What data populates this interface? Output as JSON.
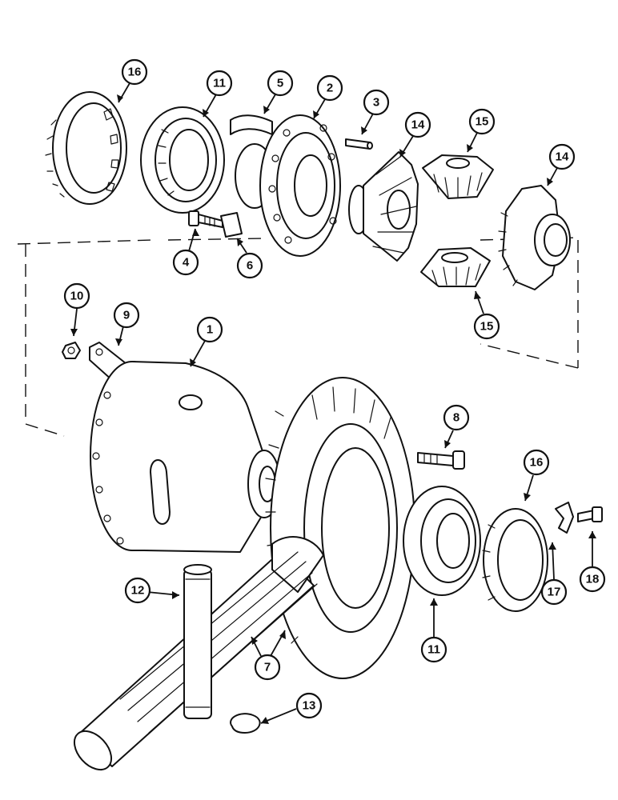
{
  "diagram": {
    "callouts": [
      {
        "id": "16a",
        "label": "16"
      },
      {
        "id": "11a",
        "label": "11"
      },
      {
        "id": "5",
        "label": "5"
      },
      {
        "id": "2",
        "label": "2"
      },
      {
        "id": "3",
        "label": "3"
      },
      {
        "id": "14a",
        "label": "14"
      },
      {
        "id": "15a",
        "label": "15"
      },
      {
        "id": "14b",
        "label": "14"
      },
      {
        "id": "4",
        "label": "4"
      },
      {
        "id": "6",
        "label": "6"
      },
      {
        "id": "15b",
        "label": "15"
      },
      {
        "id": "10",
        "label": "10"
      },
      {
        "id": "9",
        "label": "9"
      },
      {
        "id": "1",
        "label": "1"
      },
      {
        "id": "8",
        "label": "8"
      },
      {
        "id": "16b",
        "label": "16"
      },
      {
        "id": "12",
        "label": "12"
      },
      {
        "id": "7",
        "label": "7"
      },
      {
        "id": "11b",
        "label": "11"
      },
      {
        "id": "17",
        "label": "17"
      },
      {
        "id": "18",
        "label": "18"
      },
      {
        "id": "13",
        "label": "13"
      }
    ]
  }
}
